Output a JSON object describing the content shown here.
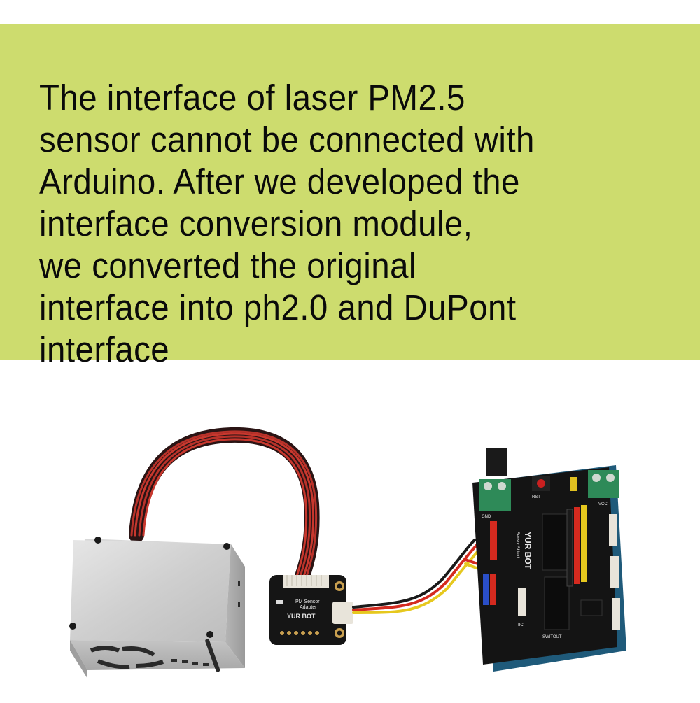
{
  "banner": {
    "background_color": "#cddc6e",
    "text_color": "#0a0a0a",
    "lines": [
      "The interface of laser PM2.5",
      "sensor cannot be connected with",
      "Arduino. After we developed the",
      "interface conversion module,",
      "we converted the original",
      "interface into ph2.0 and DuPont",
      "interface"
    ]
  },
  "photo": {
    "description": "Laser PM2.5 sensor connected via ribbon cable to a PM Sensor Adapter board, wired to a YUROBOT IO sensor shield on an Arduino",
    "components": [
      {
        "name": "pm25-sensor",
        "label": "Laser PM2.5 sensor"
      },
      {
        "name": "adapter-board",
        "label": "PM Sensor Adapter",
        "brand": "YUR BOT"
      },
      {
        "name": "sensor-shield",
        "label": "I/O Sensor Shield",
        "brand": "YUR BOT"
      }
    ],
    "board_labels": {
      "adapter_title_line1": "PM Sensor",
      "adapter_title_line2": "Adapter",
      "adapter_brand": "YUR BOT",
      "shield_brand": "YUR BOT",
      "shield_subtitle": "Sensor Shield",
      "rst": "RST",
      "gnd": "GND",
      "vcc": "VCC",
      "switout": "SWITOUT",
      "iic": "IIC"
    }
  }
}
